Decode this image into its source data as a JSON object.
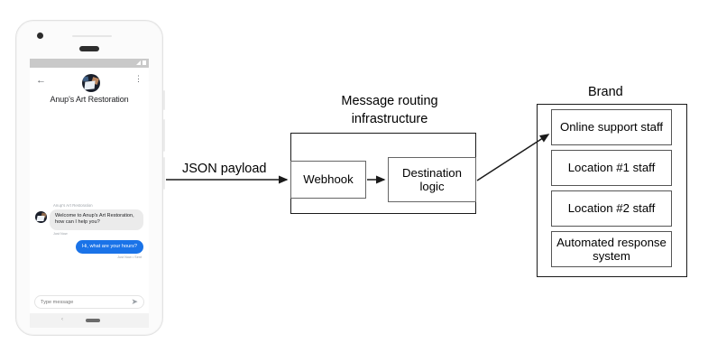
{
  "phone": {
    "status_bar": {
      "signal_icon": "signal-bars-icon",
      "battery_icon": "battery-icon"
    },
    "chat_header": {
      "back_icon": "back-arrow-icon",
      "menu_icon": "kebab-menu-icon",
      "avatar_icon": "brand-avatar-icon",
      "brand_name": "Anup's Art Restoration"
    },
    "conversation": [
      {
        "direction": "incoming",
        "sender": "Anup's Art Restoration",
        "text": "Welcome to Anup's Art Restoration, how can I help you?",
        "time": "Just Now"
      },
      {
        "direction": "outgoing",
        "text": "Hi, what are your hours?",
        "time": "Just Now • Sent"
      }
    ],
    "composer": {
      "placeholder": "Type message",
      "send_icon": "send-icon"
    },
    "nav_bar": {
      "back_icon": "nav-back-icon",
      "home_pill_icon": "nav-home-pill-icon"
    }
  },
  "diagram": {
    "json_payload_label": "JSON payload",
    "infrastructure": {
      "title": "Message routing infrastructure",
      "webhook_label": "Webhook",
      "destination_label": "Destination logic"
    },
    "brand": {
      "title": "Brand",
      "items": [
        {
          "label": "Online support staff"
        },
        {
          "label": "Location #1 staff"
        },
        {
          "label": "Location #2 staff"
        },
        {
          "label": "Automated response system"
        }
      ]
    }
  },
  "colors": {
    "outgoing_bubble": "#1a73e8",
    "incoming_bubble": "#ebebeb",
    "stroke": "#1a1a1a",
    "inner_box_stroke": "#555555"
  }
}
